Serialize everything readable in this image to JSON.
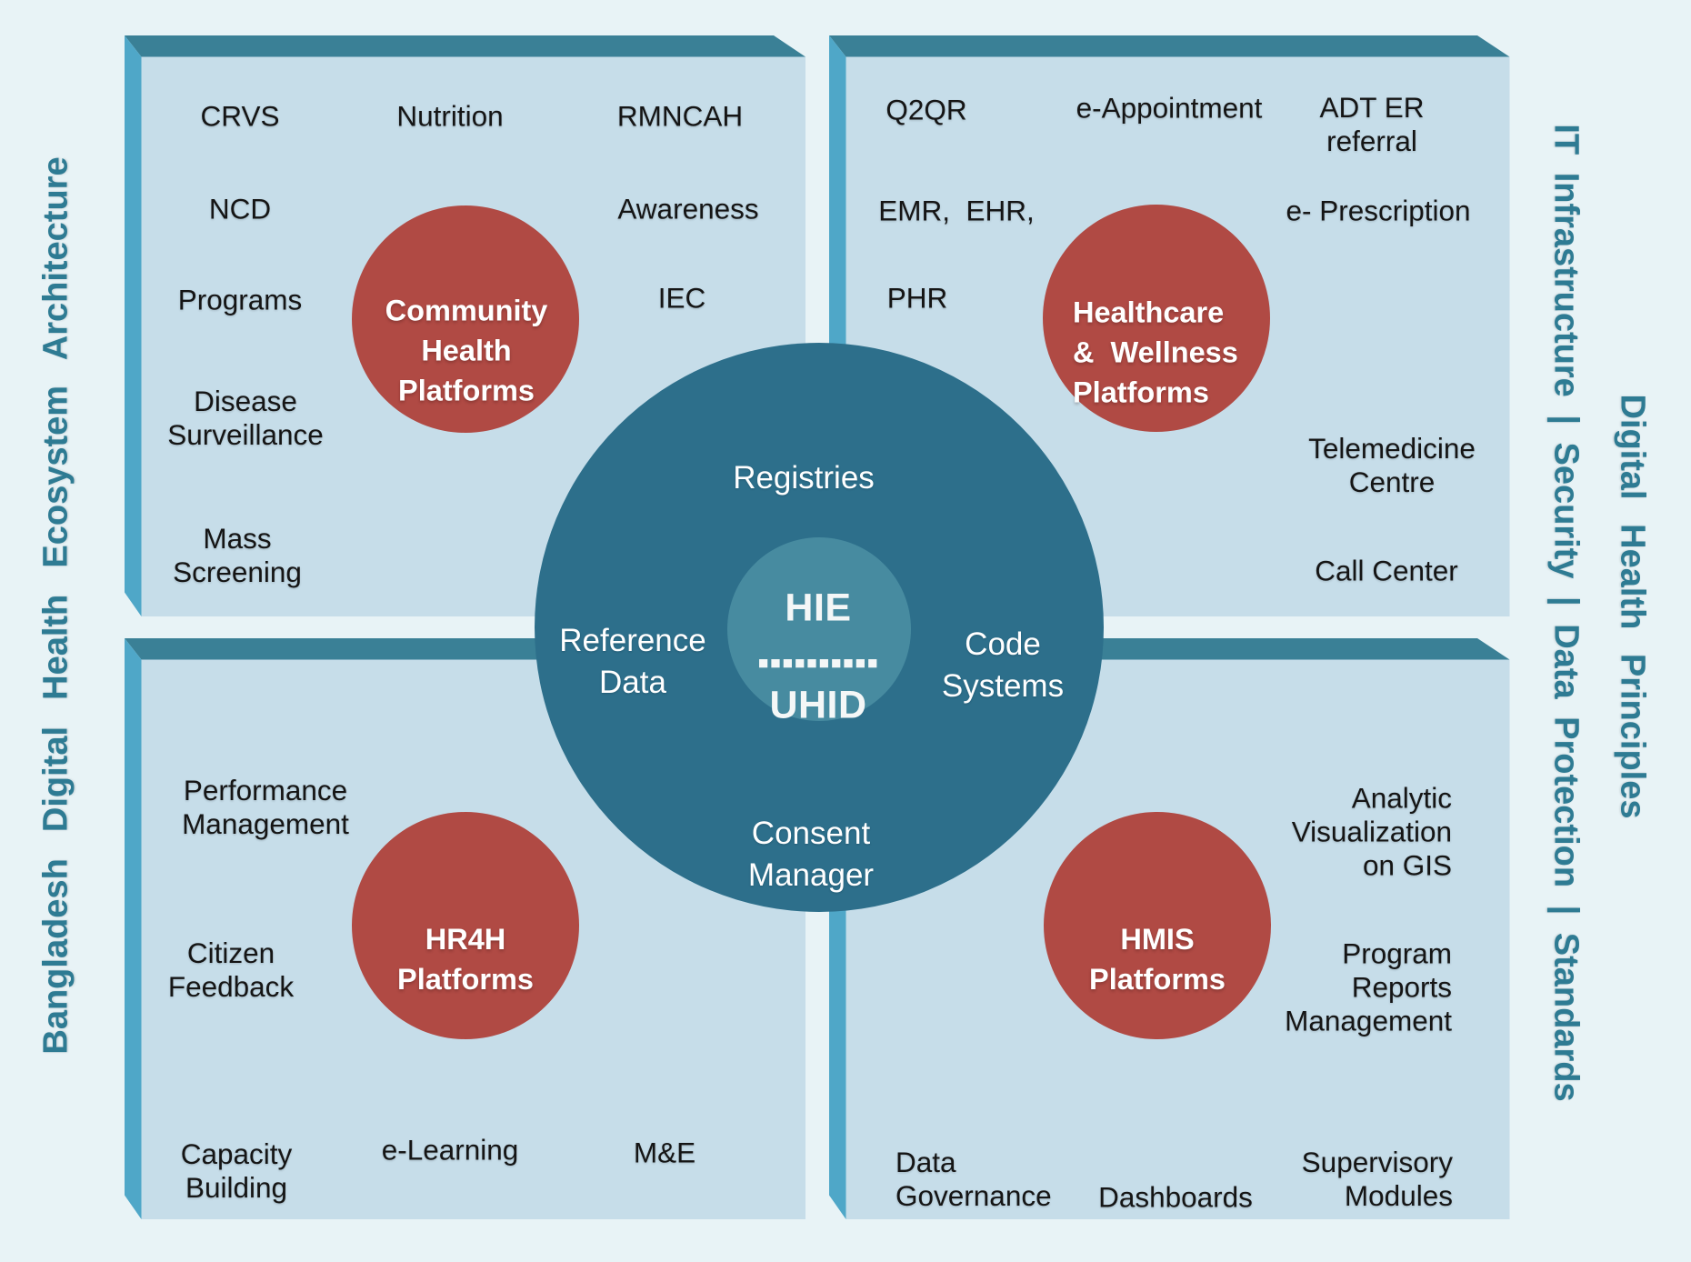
{
  "colors": {
    "background": "#e8f3f6",
    "panel_face": "#c6dde9",
    "panel_top_bevel": "#3a8096",
    "panel_left_bevel": "#4fa7c8",
    "hub_circle": "#2d6f8b",
    "hub_inner_circle": "#478ba0",
    "platform_circle": "#b04a44",
    "side_text": "#2e7b93",
    "label_text": "#151515",
    "circle_text": "#ffffff"
  },
  "side_titles": {
    "left": "Bangladesh  Digital  Health  Ecosystem  Architecture",
    "right_inner": "IT Infrastructure | Security | Data Protection | Standards",
    "right_outer": "Digital Health Principles"
  },
  "hub": {
    "top": "Registries",
    "left": "Reference\nData",
    "right": "Code\nSystems",
    "bottom": "Consent\nManager",
    "core_top": "HIE",
    "core_dots": "▪▪▪▪▪▪▪▪▪▪",
    "core_bottom": "UHID"
  },
  "quadrants": {
    "top_left": {
      "platform": "Community\nHealth\nPlatforms",
      "labels": {
        "crvs": "CRVS",
        "nutrition": "Nutrition",
        "rmncah": "RMNCAH",
        "ncd": "NCD",
        "awareness": "Awareness",
        "programs": "Programs",
        "iec": "IEC",
        "disease_surveillance": "Disease\nSurveillance",
        "mass_screening": "Mass\nScreening"
      }
    },
    "top_right": {
      "platform": "Healthcare\n&  Wellness\nPlatforms",
      "labels": {
        "q2qr": "Q2QR",
        "e_appointment": "e-Appointment",
        "adt_er_referral": "ADT ER\nreferral",
        "emr_ehr": "EMR,  EHR,",
        "e_prescription": "e- Prescription",
        "phr": "PHR",
        "telemedicine_centre": "Telemedicine\nCentre",
        "call_center": "Call Center"
      }
    },
    "bottom_left": {
      "platform": "HR4H\nPlatforms",
      "labels": {
        "performance_management": "Performance\nManagement",
        "citizen_feedback": "Citizen\nFeedback",
        "capacity_building": "Capacity\nBuilding",
        "e_learning": "e-Learning",
        "m_and_e": "M&E"
      }
    },
    "bottom_right": {
      "platform": "HMIS\nPlatforms",
      "labels": {
        "analytic_visualization_gis": "Analytic\nVisualization\non GIS",
        "program_reports_management": "Program\nReports\nManagement",
        "data_governance": "Data\nGovernance",
        "dashboards": "Dashboards",
        "supervisory_modules": "Supervisory\nModules"
      }
    }
  }
}
